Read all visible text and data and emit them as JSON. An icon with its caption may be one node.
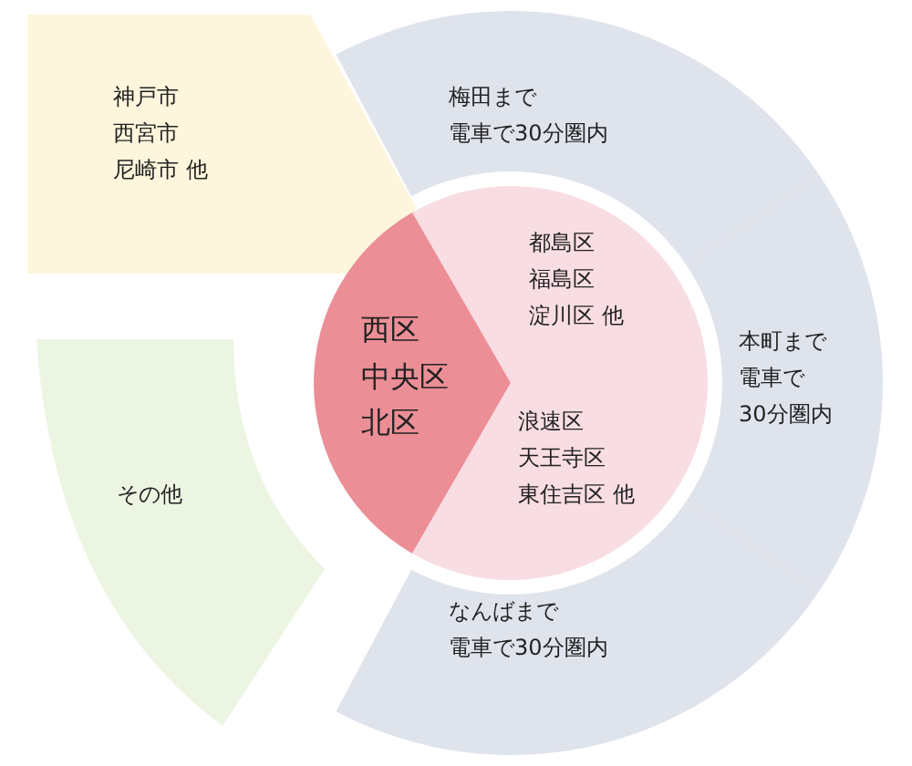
{
  "diagram": {
    "nodes": [
      {
        "text": [
          "神戸市",
          "西宮市",
          "尼崎市 他"
        ]
      },
      {
        "text": [
          "梅田まで",
          "電車で30分圏内"
        ]
      },
      {
        "text": [
          "都島区",
          "福島区",
          "淀川区 他"
        ]
      },
      {
        "text": [
          "本町まで",
          "電車で",
          "30分圏内"
        ]
      },
      {
        "text": [
          "西区",
          "中央区",
          "北区"
        ]
      },
      {
        "text": [
          "浪速区",
          "天王寺区",
          "東住吉区 他"
        ]
      },
      {
        "text": [
          "その他"
        ]
      },
      {
        "text": [
          "なんばまで",
          "電車で30分圏内"
        ]
      }
    ]
  }
}
